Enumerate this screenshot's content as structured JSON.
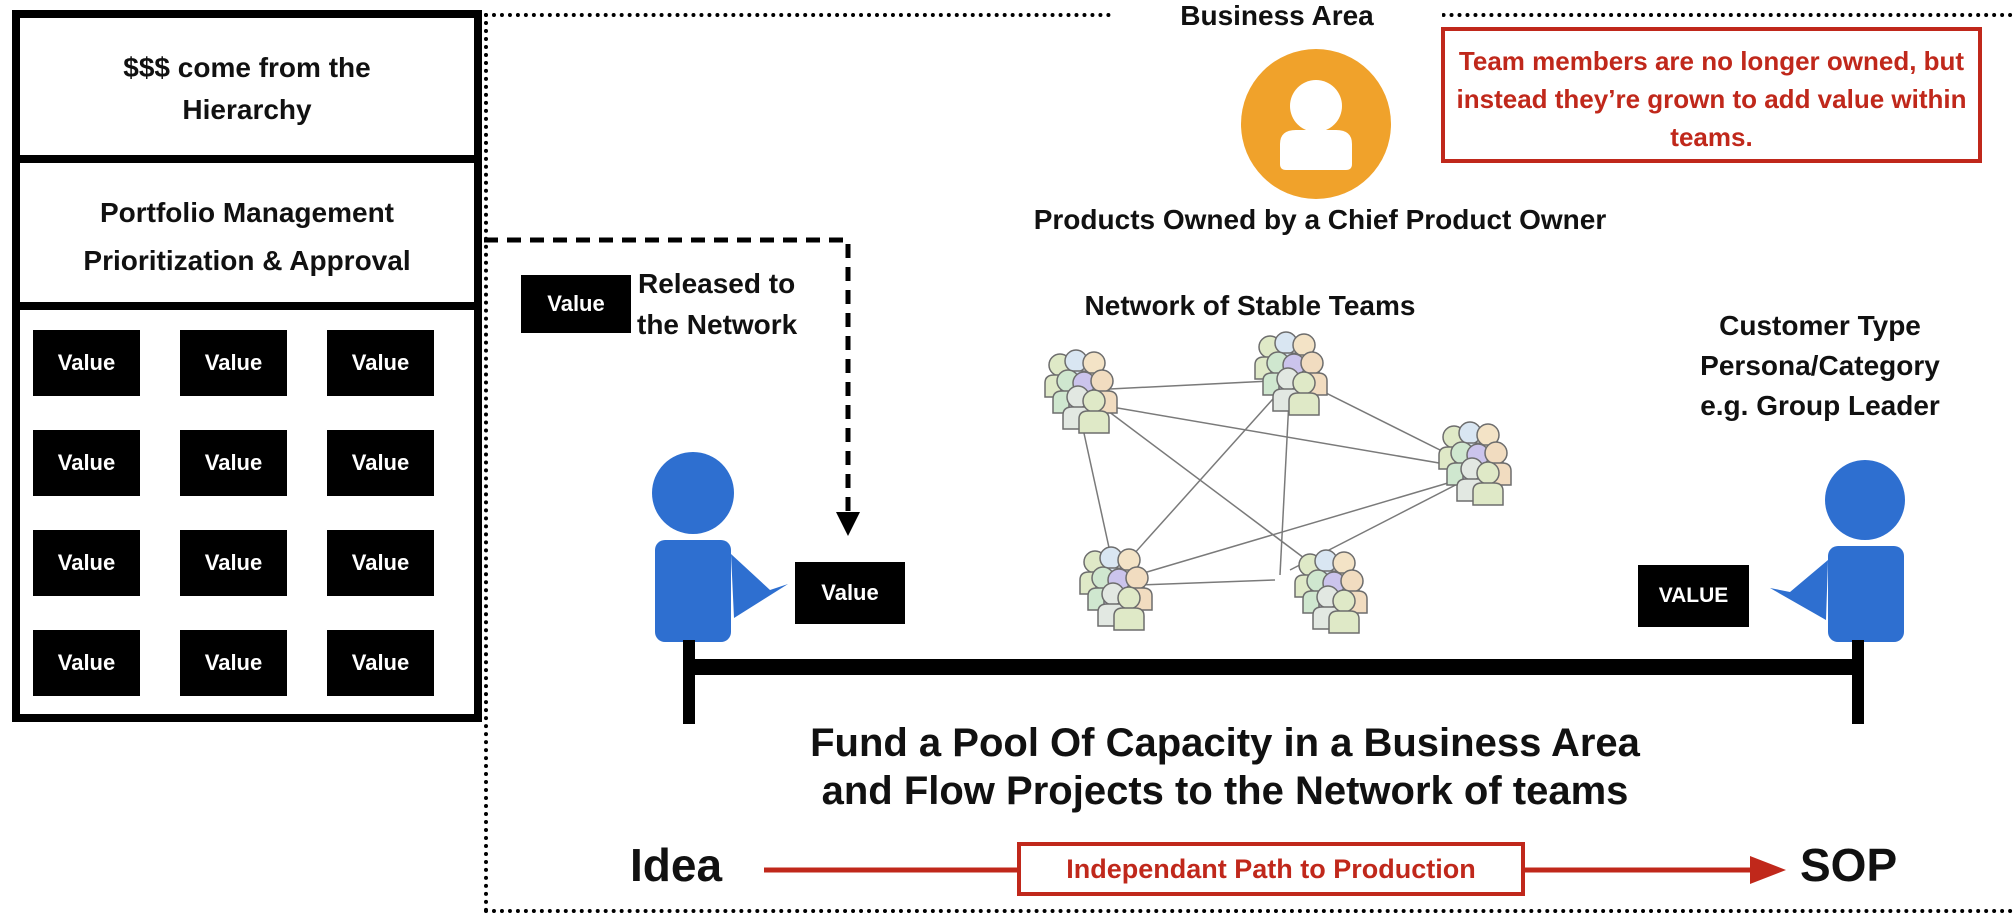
{
  "hierarchy": {
    "funding": "$$$ come from the Hierarchy",
    "portfolio_line1": "Portfolio Management",
    "portfolio_line2": "Prioritization & Approval",
    "value_label": "Value"
  },
  "business_area": {
    "title": "Business Area",
    "owner_caption": "Products Owned by a Chief Product Owner",
    "callout": "Team members are no longer owned, but instead they’re grown to add value within teams."
  },
  "network": {
    "title": "Network of Stable Teams"
  },
  "released": {
    "box_label": "Value",
    "text_line1": "Released to",
    "text_line2": "the Network"
  },
  "producer": {
    "value_label": "Value"
  },
  "customer": {
    "line1": "Customer Type",
    "line2": "Persona/Category",
    "line3": "e.g. Group Leader",
    "value_label": "VALUE"
  },
  "caption": {
    "line1": "Fund a Pool Of Capacity in a Business Area",
    "line2": "and Flow Projects to the Network of teams"
  },
  "flow": {
    "start": "Idea",
    "path": "Independant Path to Production",
    "end": "SOP"
  },
  "colors": {
    "accent_red": "#c0281b",
    "person_blue": "#2e6fd0",
    "owner_orange": "#f0a22b"
  },
  "icons": {
    "owner": "person-icon",
    "producer": "person-icon",
    "customer": "person-icon",
    "team": "team-group-icon"
  }
}
